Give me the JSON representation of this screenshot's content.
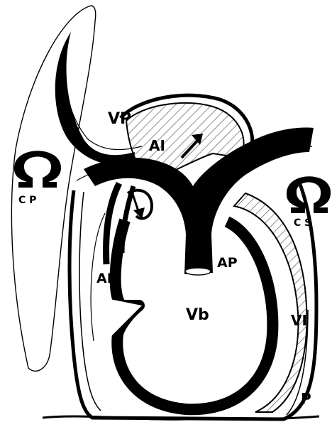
{
  "colors": {
    "ink": "#000000",
    "paper": "#ffffff",
    "hatch": "#444444"
  },
  "labels": {
    "vp": "VP",
    "ai": "AI",
    "ad": "AD",
    "ap": "AP",
    "vd": "Vb",
    "vi": "VI",
    "p": "P",
    "cp": "C P",
    "cs": "C S"
  },
  "icons": {
    "left_symbol": "omega-symbol-icon",
    "right_symbol": "omega-symbol-icon",
    "flow_arrow_ai": "arrow-up-right-icon",
    "flow_arrow_ad": "arrow-down-icon"
  }
}
